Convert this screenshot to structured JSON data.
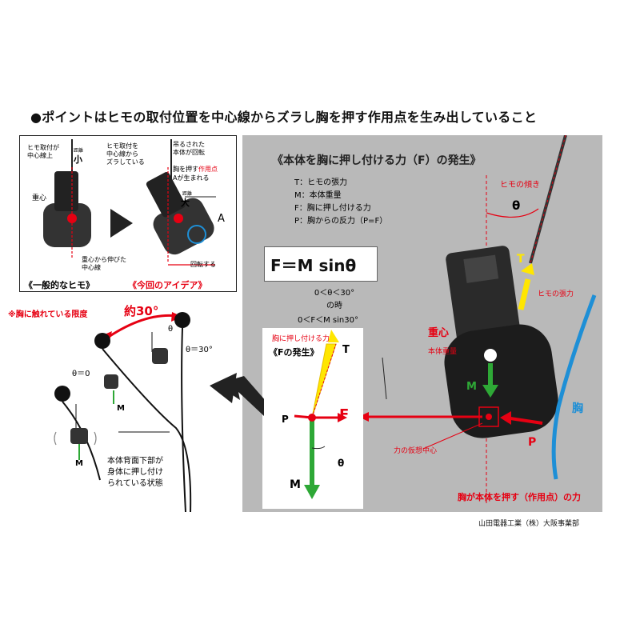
{
  "headline": "●ポイントはヒモの取付位置を中心線からズラし胸を押す作用点を生み出していること",
  "left_panel": {
    "normal": {
      "label_string_center": "ヒモ取付が\n中心線上",
      "distance_label": "距離",
      "distance_value": "小",
      "gravity_center": "重心",
      "center_line": "重心から伸びた\n中心線",
      "caption": "《一般的なヒモ》"
    },
    "idea": {
      "label_offset": "ヒモ取付を\n中心線から\nズラしている",
      "label_rotate": "吊るされた\n本体が回転",
      "label_action_1": "胸を押す",
      "label_action_2": "作用点",
      "label_action_3": "Aが生まれる",
      "distance_label": "距離",
      "distance_value": "大",
      "point_a": "A",
      "rotate": "回転する",
      "caption": "《今回のアイデア》"
    }
  },
  "gray_panel": {
    "title": "《本体を胸に押し付ける力（F）の発生》",
    "legend": [
      "T：ヒモの張力",
      "M：本体重量",
      "F：胸に押し付ける力",
      "P：胸からの反力（P=F）"
    ],
    "string_tilt": "ヒモの傾き",
    "theta": "θ",
    "t_label": "T",
    "tension": "ヒモの張力",
    "gravity": "重心",
    "weight": "本体重量",
    "m_label": "M",
    "chest": "胸",
    "p_label": "P",
    "virtual_center": "力の仮想中心",
    "chest_push": "胸が本体を押す（作用点）の力"
  },
  "formula": "F＝M sinθ",
  "conditions": [
    "0＜θ＜30°",
    "の時",
    "0＜F＜M sin30°"
  ],
  "force_diagram": {
    "push_label": "胸に押し付ける力",
    "origin": "《Fの発生》",
    "t": "T",
    "p": "P",
    "f": "F",
    "m": "M",
    "theta": "θ"
  },
  "left_lower": {
    "limit": "※胸に触れている限度",
    "about": "約30°",
    "theta_small": "θ",
    "theta30": "θ＝30°",
    "theta0": "θ＝0",
    "m1": "M",
    "m2": "M",
    "state": "本体背面下部が\n身体に押し付け\nられている状態"
  },
  "credit": "山田電器工業（株）大阪事業部",
  "colors": {
    "red": "#e60012",
    "green": "#2ea836",
    "yellow": "#ffe600",
    "blue": "#1e8fd6",
    "gray": "#b9b9b9"
  }
}
